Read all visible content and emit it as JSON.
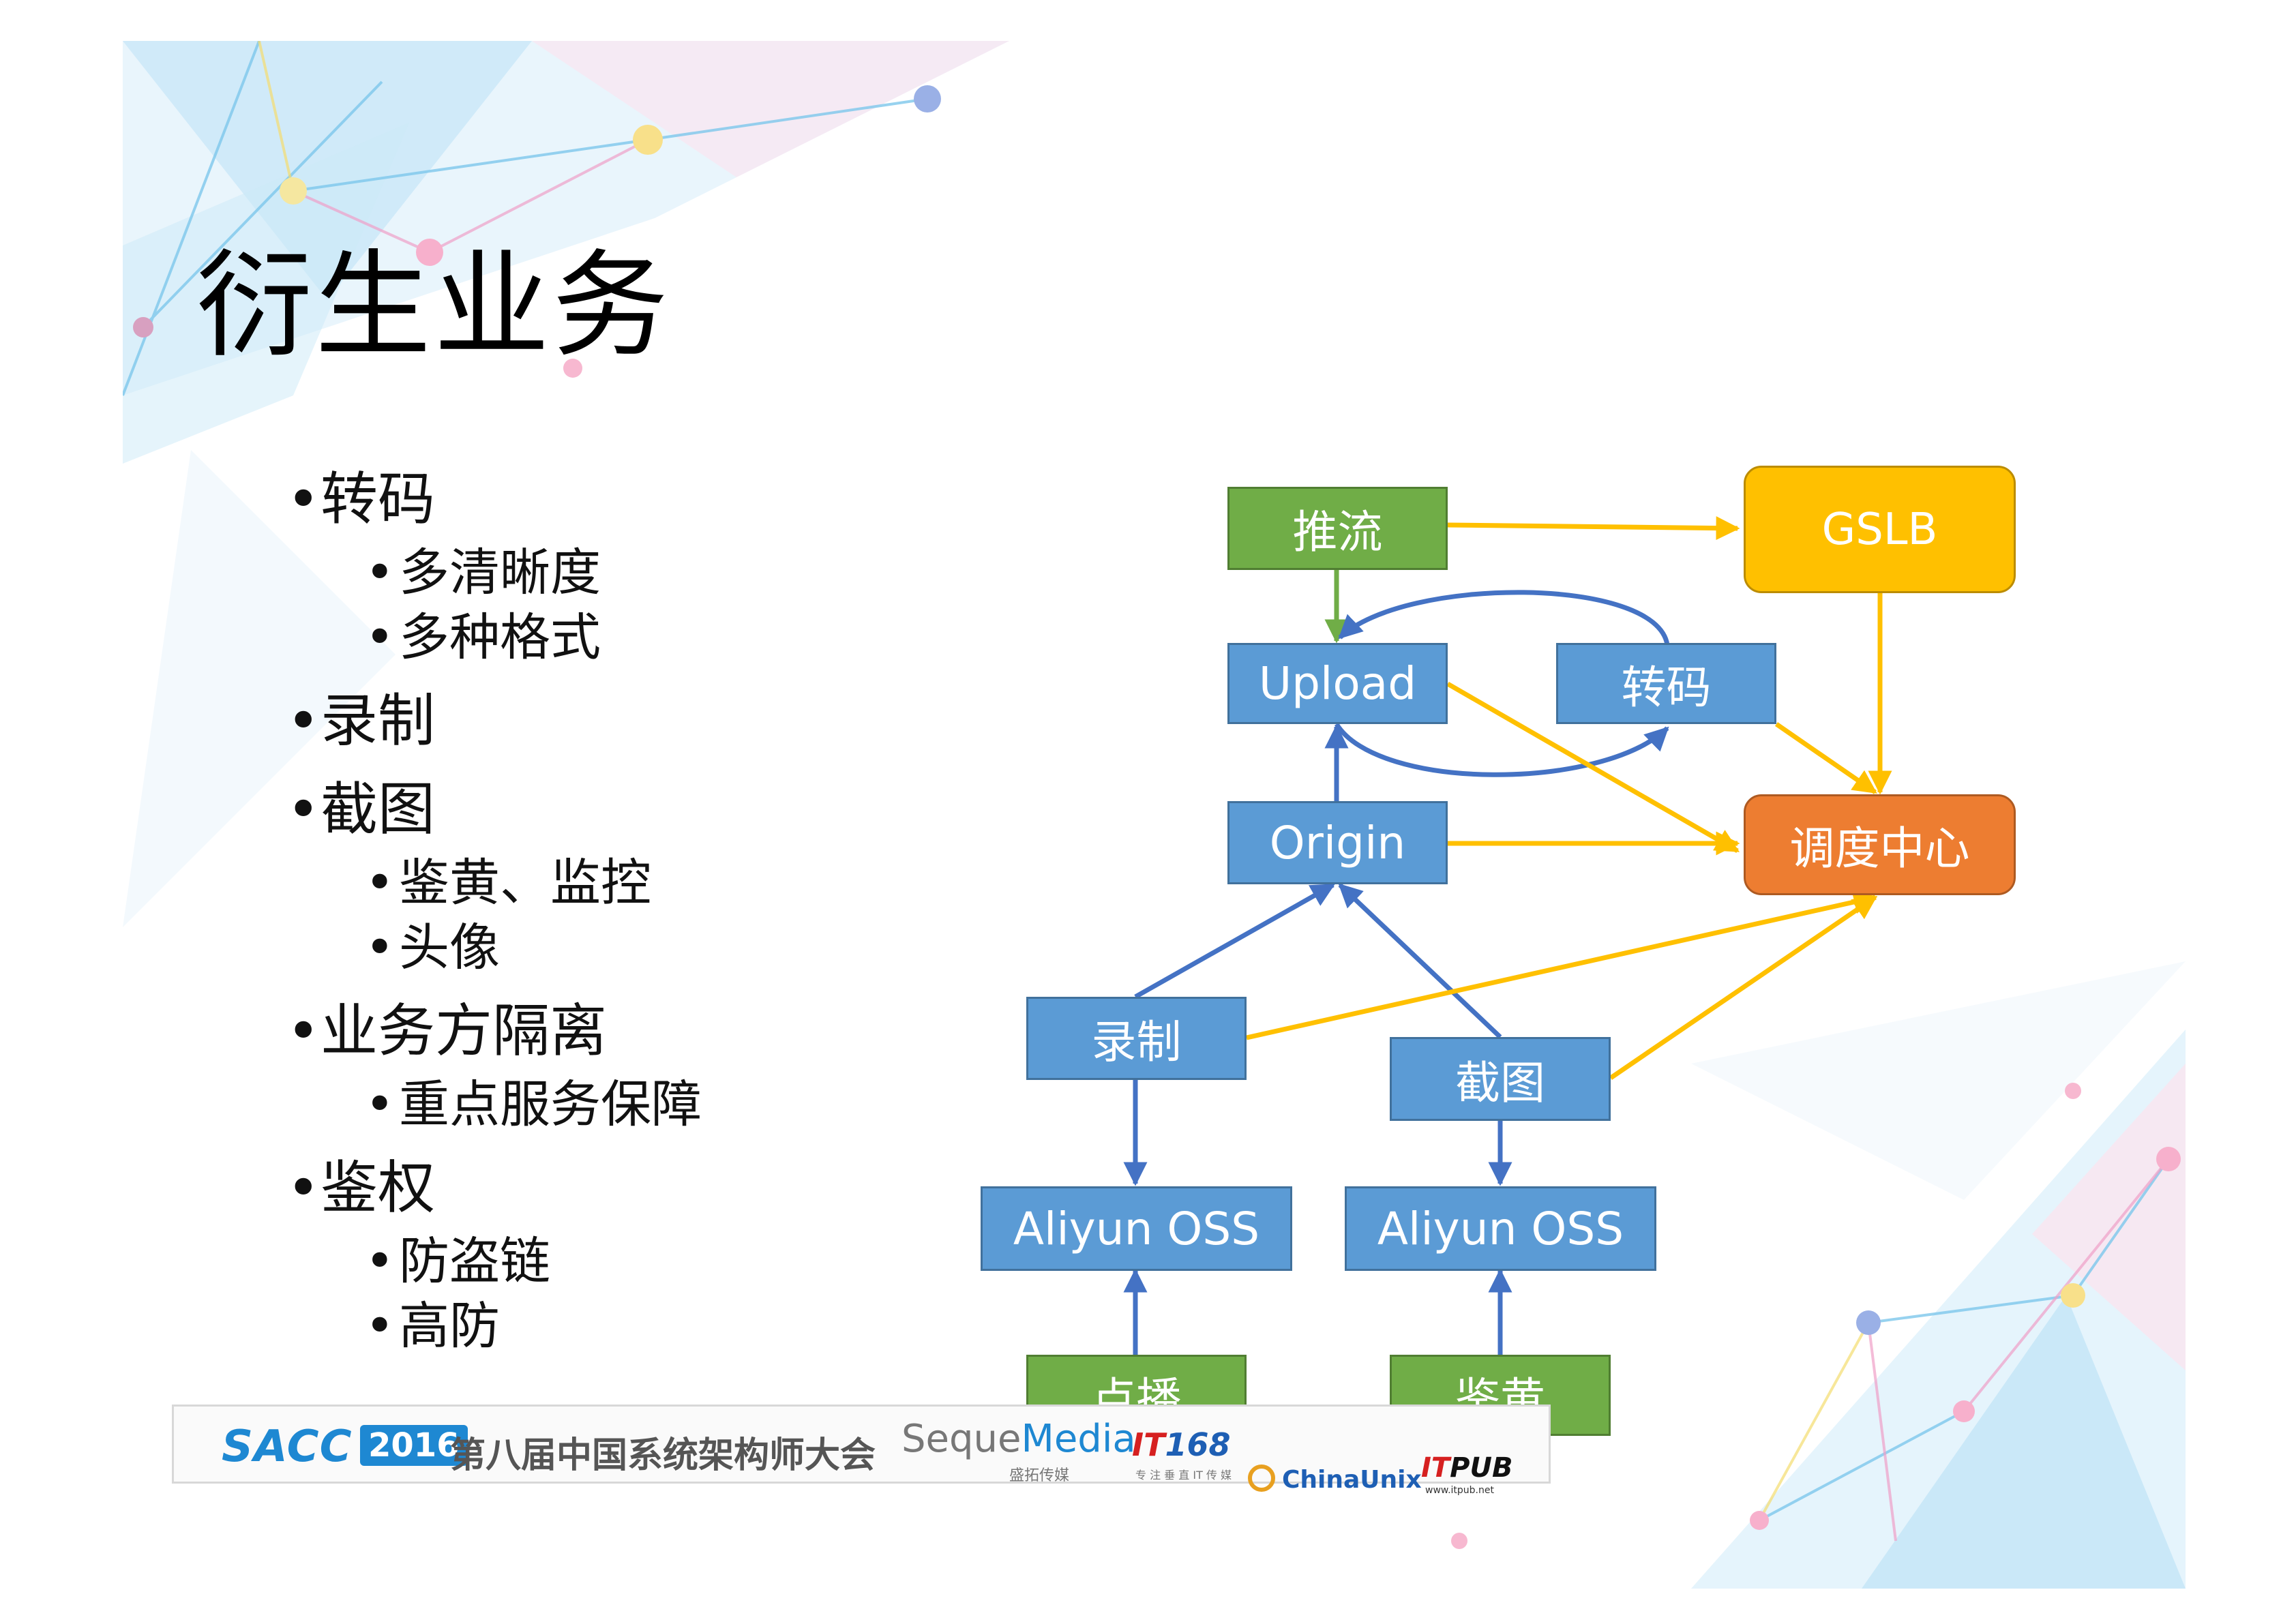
{
  "title": "衍生业务",
  "bullets": [
    {
      "text": "转码",
      "children": [
        "多清晰度",
        "多种格式"
      ]
    },
    {
      "text": "录制",
      "children": []
    },
    {
      "text": "截图",
      "children": [
        "鉴黄、监控",
        "头像"
      ]
    },
    {
      "text": "业务方隔离",
      "children": [
        "重点服务保障"
      ]
    },
    {
      "text": "鉴权",
      "children": [
        "防盗链",
        "高防"
      ]
    }
  ],
  "bullet_char": "•",
  "diagram": {
    "nodes": {
      "tuiliu": "推流",
      "gslb": "GSLB",
      "upload": "Upload",
      "zhuanma": "转码",
      "origin": "Origin",
      "diaodu": "调度中心",
      "luzhi": "录制",
      "jietu": "截图",
      "oss1": "Aliyun OSS",
      "oss2": "Aliyun OSS",
      "dianbo": "点播",
      "jianhuang": "鉴黄"
    },
    "edges": [
      {
        "from": "推流",
        "to": "GSLB",
        "color": "yellow"
      },
      {
        "from": "推流",
        "to": "Upload",
        "color": "green"
      },
      {
        "from": "GSLB",
        "to": "调度中心",
        "color": "yellow"
      },
      {
        "from": "转码",
        "to": "Upload",
        "color": "blue"
      },
      {
        "from": "Upload",
        "to": "转码",
        "color": "blue"
      },
      {
        "from": "Upload",
        "to": "调度中心",
        "color": "yellow"
      },
      {
        "from": "转码",
        "to": "调度中心",
        "color": "yellow"
      },
      {
        "from": "Origin",
        "to": "Upload",
        "color": "blue"
      },
      {
        "from": "Origin",
        "to": "调度中心",
        "color": "yellow"
      },
      {
        "from": "录制",
        "to": "Origin",
        "color": "blue"
      },
      {
        "from": "截图",
        "to": "Origin",
        "color": "blue"
      },
      {
        "from": "录制",
        "to": "调度中心",
        "color": "yellow"
      },
      {
        "from": "截图",
        "to": "调度中心",
        "color": "yellow"
      },
      {
        "from": "录制",
        "to": "Aliyun OSS",
        "color": "blue"
      },
      {
        "from": "截图",
        "to": "Aliyun OSS",
        "color": "blue"
      },
      {
        "from": "点播",
        "to": "Aliyun OSS",
        "color": "blue"
      },
      {
        "from": "鉴黄",
        "to": "Aliyun OSS",
        "color": "blue"
      }
    ],
    "colors": {
      "green": "#70ad47",
      "blue": "#4472c4",
      "yellow": "#ffc000",
      "orange": "#ed7d31",
      "node_blue": "#5b9bd5"
    }
  },
  "footer": {
    "sacc": "SACC",
    "year": "2016",
    "conference": "第八届中国系统架构师大会",
    "seque_a": "Seque",
    "seque_b": "Media",
    "seque_sub": "盛拓传媒",
    "it168_a": "IT",
    "it168_b": "168",
    "it168_sub": "专 注 垂 直 IT 传 媒",
    "chinaunix": "ChinaUnix",
    "itpub_a": "IT",
    "itpub_b": "PUB",
    "itpub_sub": "www.itpub.net"
  }
}
